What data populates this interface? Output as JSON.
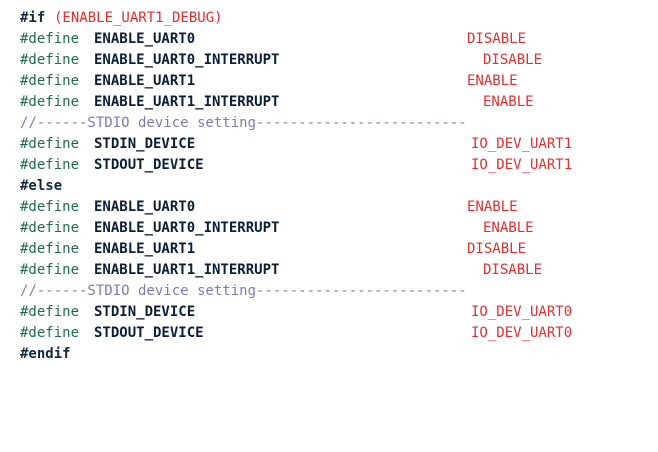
{
  "code": {
    "header_if_kw": "#if",
    "header_if_cond": "(ENABLE_UART1_DEBUG)",
    "define_kw": "#define",
    "else_kw": "#else",
    "endif_kw": "#endif",
    "block1": [
      {
        "name": "ENABLE_UART0",
        "value": "DISABLE"
      },
      {
        "name": "ENABLE_UART0_INTERRUPT",
        "value": "DISABLE"
      },
      {
        "name": "ENABLE_UART1",
        "value": "ENABLE"
      },
      {
        "name": "ENABLE_UART1_INTERRUPT",
        "value": "ENABLE"
      }
    ],
    "comment1": "//------STDIO device setting-------------------------",
    "block1_io": [
      {
        "name": "STDIN_DEVICE",
        "value": "IO_DEV_UART1"
      },
      {
        "name": "STDOUT_DEVICE",
        "value": "IO_DEV_UART1"
      }
    ],
    "block2": [
      {
        "name": "ENABLE_UART0",
        "value": "ENABLE"
      },
      {
        "name": "ENABLE_UART0_INTERRUPT",
        "value": "ENABLE"
      },
      {
        "name": "ENABLE_UART1",
        "value": "DISABLE"
      },
      {
        "name": "ENABLE_UART1_INTERRUPT",
        "value": "DISABLE"
      }
    ],
    "comment2": "//------STDIO device setting-------------------------",
    "block2_io": [
      {
        "name": "STDIN_DEVICE",
        "value": "IO_DEV_UART0"
      },
      {
        "name": "STDOUT_DEVICE",
        "value": "IO_DEV_UART0"
      }
    ]
  }
}
